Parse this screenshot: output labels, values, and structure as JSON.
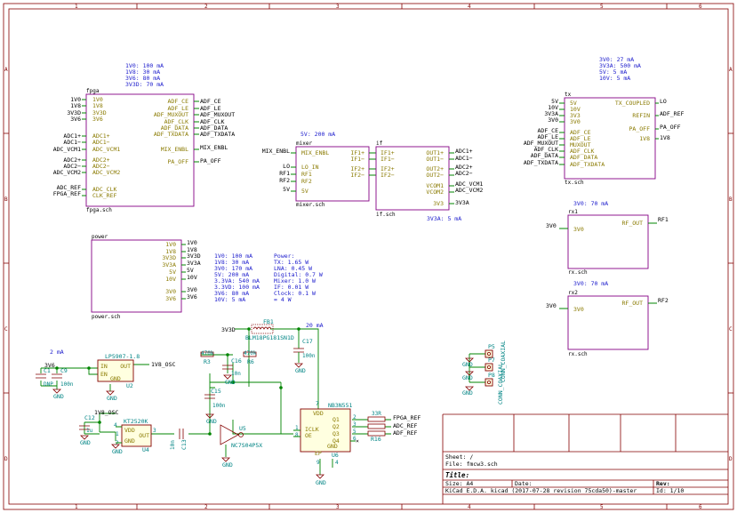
{
  "frame": {
    "cols": [
      "1",
      "2",
      "3",
      "4",
      "5",
      "6"
    ],
    "rows": [
      "A",
      "B",
      "C",
      "D"
    ]
  },
  "fpga": {
    "name": "fpga",
    "file": "fpga.sch",
    "power_note": [
      "1V0: 100 mA",
      "1V8: 30 mA",
      "3V6: 80 mA",
      "3V3D: 70 mA"
    ],
    "left_pins": [
      "1V0",
      "1V8",
      "3V3D",
      "3V6",
      "ADC1+",
      "ADC1−",
      "ADC_VCM1",
      "ADC2+",
      "ADC2−",
      "ADC_VCM2",
      "ADC_CLK",
      "CLK_REF"
    ],
    "left_nets": [
      "1V0",
      "1V8",
      "3V3D",
      "3V6",
      "ADC1+",
      "ADC1−",
      "ADC_VCM1",
      "ADC2+",
      "ADC2−",
      "ADC_VCM2",
      "ADC_REF",
      "FPGA_REF"
    ],
    "right_pins": [
      "ADF_CE",
      "ADF_LE",
      "ADF_MUXOUT",
      "ADF_CLK",
      "ADF_DATA",
      "ADF_TXDATA",
      "MIX_ENBL",
      "PA_OFF"
    ],
    "right_nets": [
      "ADF_CE",
      "ADF_LE",
      "ADF_MUXOUT",
      "ADF_CLK",
      "ADF_DATA",
      "ADF_TXDATA",
      "MIX_ENBL",
      "PA_OFF"
    ]
  },
  "mixer": {
    "name": "mixer",
    "file": "mixer.sch",
    "power_note": "5V: 200 mA",
    "left_pins": [
      "MIX_ENBL",
      "LO_IN",
      "RF1",
      "RF2",
      "5V"
    ],
    "left_nets": [
      "MIX_ENBL",
      "LO",
      "RF1",
      "RF2",
      "5V"
    ],
    "right_pins": [
      "IF1+",
      "IF1−",
      "IF2+",
      "IF2−"
    ]
  },
  "if": {
    "name": "if",
    "file": "if.sch",
    "power_note": "3V3A: 5 mA",
    "left_pins": [
      "IF1+",
      "IF1−",
      "IF2+",
      "IF2−"
    ],
    "right_pins": [
      "OUT1+",
      "OUT1−",
      "OUT2+",
      "OUT2−",
      "VCOM1",
      "VCOM2",
      "3V3"
    ],
    "right_nets": [
      "ADC1+",
      "ADC1−",
      "ADC2+",
      "ADC2−",
      "ADC_VCM1",
      "ADC_VCM2",
      "3V3A"
    ]
  },
  "tx": {
    "name": "tx",
    "file": "tx.sch",
    "power_note": [
      "3V0: 27 mA",
      "3V3A: 500 mA",
      "5V: 5 mA",
      "10V: 5 mA"
    ],
    "left_pins": [
      "5V",
      "10V",
      "3V3",
      "3V0",
      "ADF_CE",
      "ADF_LE",
      "MUXOUT",
      "ADF_CLK",
      "ADF_DATA",
      "ADF_TXDATA"
    ],
    "left_nets": [
      "5V",
      "10V",
      "3V3A",
      "3V0",
      "ADF_CE",
      "ADF_LE",
      "ADF_MUXOUT",
      "ADF_CLK",
      "ADF_DATA",
      "ADF_TXDATA"
    ],
    "right_pins": [
      "TX_COUPLED",
      "REFIN",
      "PA_OFF",
      "1V8"
    ],
    "right_nets": [
      "LO",
      "ADF_REF",
      "PA_OFF",
      "1V8"
    ]
  },
  "rx1": {
    "name": "rx1",
    "file": "rx.sch",
    "power_note": "3V0: 70 mA",
    "left_pin": "3V0",
    "left_net": "3V0",
    "right_pin": "RF_OUT",
    "right_net": "RF1"
  },
  "rx2": {
    "name": "rx2",
    "file": "rx.sch",
    "power_note": "3V0: 70 mA",
    "left_pin": "3V0",
    "left_net": "3V0",
    "right_pin": "RF_OUT",
    "right_net": "RF2"
  },
  "power": {
    "name": "power",
    "file": "power.sch",
    "right_pins": [
      "1V0",
      "1V8",
      "3V3D",
      "3V3A",
      "5V",
      "10V",
      "3V0",
      "3V6"
    ],
    "right_nets": [
      "1V0",
      "1V8",
      "3V3D",
      "3V3A",
      "5V",
      "10V",
      "3V0",
      "3V6"
    ]
  },
  "budget": {
    "left": [
      "1V0: 100 mA",
      "1V8: 30 mA",
      "3V0: 170 mA",
      "5V: 200 mA",
      "3.3VA: 540 mA",
      "3.3VD: 100 mA",
      "3V6: 80 mA",
      "10V: 5 mA"
    ],
    "right": [
      "Power:",
      "TX: 1.65 W",
      "LNA: 0.45 W",
      "Digital: 0.7 W",
      "Mixer: 1.0 W",
      "IF: 0.01 W",
      "Clock: 0.1 W",
      "= 4 W"
    ]
  },
  "clock": {
    "note_2ma": "2 mA",
    "note_20ma": "20 mA",
    "u2": {
      "ref": "U2",
      "value": "LP5907-1.8",
      "pins": [
        "IN",
        "EN",
        "OUT",
        "GND"
      ]
    },
    "u4": {
      "ref": "U4",
      "value": "KT2520K",
      "pins": [
        "VDD",
        "OUT",
        "GND"
      ]
    },
    "u5": {
      "ref": "U5",
      "value": "NC7S04P5X"
    },
    "u6": {
      "ref": "U6",
      "value": "NB3N551",
      "pins": [
        "VDD",
        "ICLK",
        "OE",
        "Q1",
        "Q2",
        "Q3",
        "Q4",
        "GND",
        "EP"
      ]
    },
    "fb1": {
      "ref": "FB1",
      "value": "BLM18PG181SN1D"
    },
    "caps": [
      {
        "ref": "C1",
        "value": "DNP"
      },
      {
        "ref": "C9",
        "value": "100n"
      },
      {
        "ref": "C12",
        "value": "1u"
      },
      {
        "ref": "C13",
        "value": "10n"
      },
      {
        "ref": "C15",
        "value": "100n"
      },
      {
        "ref": "C16",
        "value": "10n"
      },
      {
        "ref": "C17",
        "value": "100n"
      }
    ],
    "resistors": [
      {
        "ref": "R3",
        "value": "470k"
      },
      {
        "ref": "R6",
        "value": "470k"
      },
      {
        "ref": "R16",
        "value": "33R"
      }
    ],
    "nets": {
      "v36": "3V6",
      "v33d": "3V3D",
      "v18": "1V8_OSC",
      "fpga_ref": "FPGA_REF",
      "adc_ref": "ADC_REF",
      "adf_ref": "ADF_REF",
      "gnd": "GND"
    },
    "u4_pin_nums": [
      "1",
      "2",
      "3",
      "4"
    ],
    "u6_pin_nums": [
      "1",
      "2",
      "3",
      "4",
      "5",
      "6",
      "7",
      "8",
      "9"
    ]
  },
  "connectors": {
    "labels": [
      "P5",
      "P7",
      "P8"
    ],
    "value": "CONN_COAXIAL"
  },
  "title_block": {
    "sheet": "Sheet: /",
    "file": "File: fmcw3.sch",
    "title": "Title:",
    "size": "Size: A4",
    "date": "Date:",
    "rev": "Rev:",
    "kicad": "KiCad E.D.A.  kicad (2017-07-28 revision 75cda50)-master",
    "id": "Id: 1/10"
  }
}
